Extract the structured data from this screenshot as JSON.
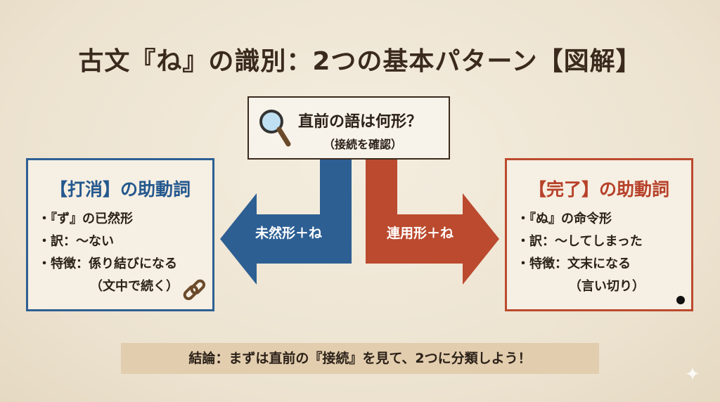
{
  "title": "古文『ね』の識別：2つの基本パターン【図解】",
  "question": {
    "line1": "直前の語は何形？",
    "line2": "（接続を確認）",
    "icon": "magnifier-icon"
  },
  "left": {
    "heading": "【打消】の助動詞",
    "items": [
      "・『ず』の已然形",
      "・訳：～ない",
      "・特徴：係り結びになる"
    ],
    "sub": "（文中で続く）",
    "arrow_label": "未然形＋ね",
    "color": "#2d5f93",
    "icon": "chain-link-icon"
  },
  "right": {
    "heading": "【完了】の助動詞",
    "items": [
      "・『ぬ』の命令形",
      "・訳：～してしまった",
      "・特徴：文末になる"
    ],
    "sub": "（言い切り）",
    "arrow_label": "連用形＋ね",
    "color": "#bb4a2e"
  },
  "conclusion": "結論：まずは直前の『接続』を見て、2つに分類しよう！"
}
